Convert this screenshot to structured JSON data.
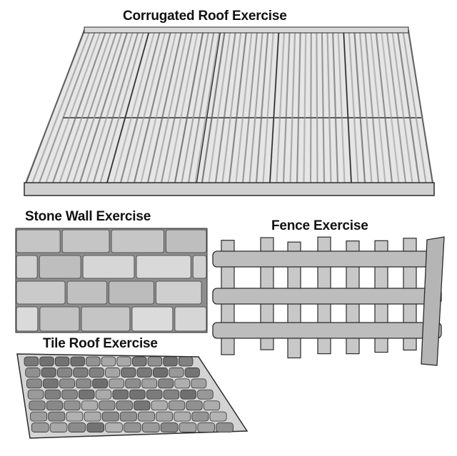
{
  "labels": {
    "corrugated_roof": "Corrugated Roof Exercise",
    "stone_wall": "Stone Wall Exercise",
    "fence": "Fence Exercise",
    "tile_roof": "Tile Roof Exercise"
  },
  "colors": {
    "ink": "#2a2a2a",
    "stone": "#b9b9b9",
    "wood": "#c8c8c8",
    "tile": "#8a8a8a"
  }
}
